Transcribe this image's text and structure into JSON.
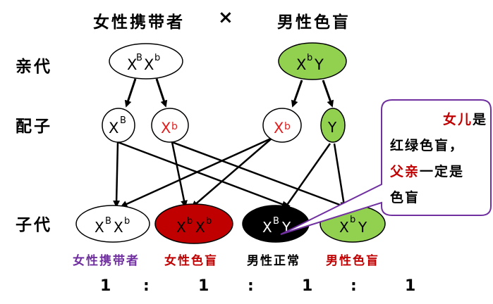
{
  "header": {
    "left": "女性携带者",
    "cross": "×",
    "right": "男性色盲"
  },
  "row_labels": {
    "parents": "亲代",
    "gametes": "配子",
    "offspring": "子代"
  },
  "genotype_symbols": {
    "X": "X",
    "Y": "Y",
    "B": "B",
    "b": "b"
  },
  "offspring_labels": [
    {
      "text": "女性携带者",
      "color": "#7030a0"
    },
    {
      "text": "女性色盲",
      "color": "#c00000"
    },
    {
      "text": "男性正常",
      "color": "#000000"
    },
    {
      "text": "男性色盲",
      "color": "#c00000"
    }
  ],
  "ratio": {
    "values": [
      "1",
      "1",
      "1",
      "1"
    ],
    "separator": ":"
  },
  "callout": {
    "line1_a": "女儿",
    "line1_b": "是",
    "line2": "红绿色盲，",
    "line3_a": "父亲",
    "line3_b": "一定是",
    "line4": "色盲"
  },
  "colors": {
    "red_text": "#e02020",
    "dark_red_fill": "#c00000",
    "green_fill": "#92d050",
    "black_fill": "#000000",
    "callout_border": "#7030a0",
    "purple": "#7030a0"
  }
}
